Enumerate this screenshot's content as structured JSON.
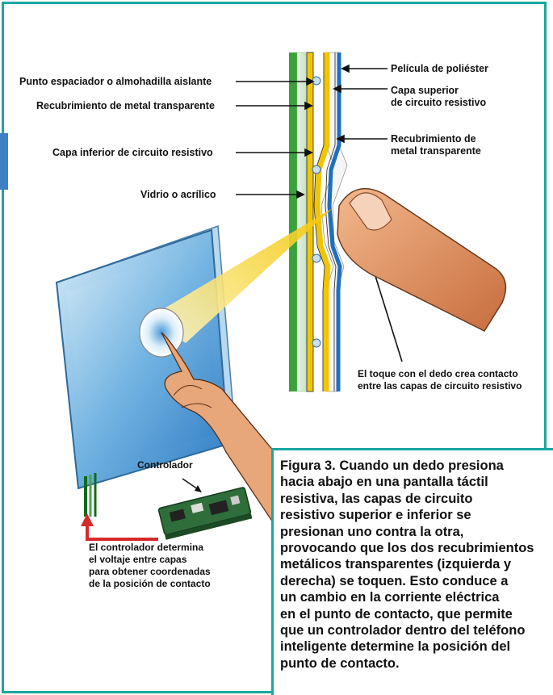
{
  "labels": {
    "pelicula": "Película de poliéster",
    "capa_superior": "Capa superior\nde circuito resistivo",
    "recubrimiento_derecha": "Recubrimiento de\nmetal transparente",
    "espaciador": "Punto espaciador o almohadilla aislante",
    "recubrimiento_izquierda": "Recubrimiento de metal transparente",
    "capa_inferior": "Capa inferior de circuito resistivo",
    "vidrio": "Vidrio o acrílico",
    "toque": "El toque con el dedo crea contacto\nentre las capas de circuito resistivo",
    "controlador": "Controlador",
    "controlador_desc": "El controlador determina\nel voltaje entre capas\npara obtener coordenadas\nde la posición de contacto"
  },
  "caption": "Figura 3. Cuando un dedo presiona\nhacia abajo en una pantalla táctil\nresistiva, las capas de circuito\nresistivo superior e inferior se\npresionan uno contra la otra,\nprovocando que los dos recubrimientos\nmetálicos transparentes (izquierda y\nderecha) se toquen. Esto conduce a\nun cambio en la corriente eléctrica\nen el punto de contacto, que permite\nque un controlador dentro del teléfono\ninteligente determine la posición del\npunto de contacto.",
  "colors": {
    "frame": "#1aa7a1",
    "glass_green": "#3aa23a",
    "yellow_layer": "#f2c500",
    "blue_layer": "#1f6fbf",
    "arrow_red": "#d62a2a",
    "skin": "#e39a6a"
  }
}
